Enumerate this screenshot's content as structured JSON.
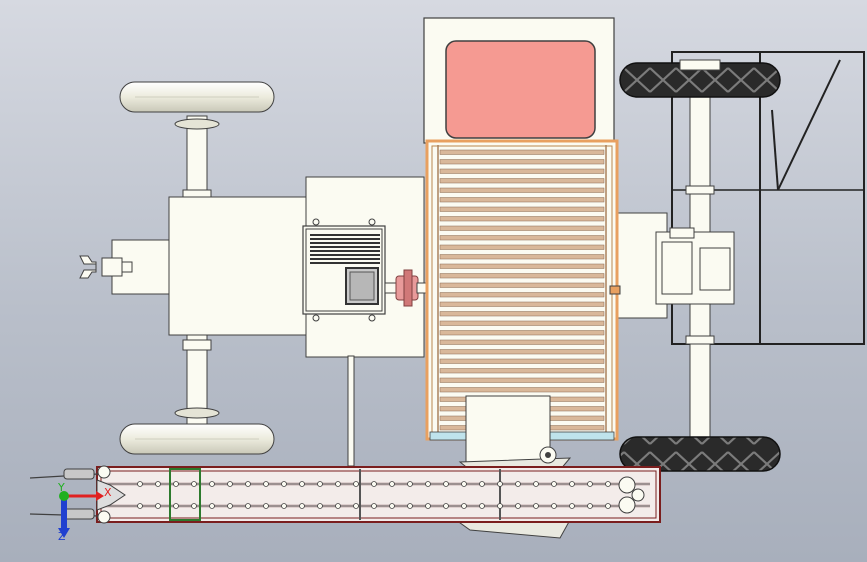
{
  "viewport": {
    "background_top": "#d6d9e1",
    "background_bottom": "#a8afbc"
  },
  "triad": {
    "x_label": "X",
    "y_label": "Y",
    "z_label": "Z",
    "x_color": "#e02020",
    "y_color": "#20b020",
    "z_color": "#2040d0"
  },
  "colors": {
    "body": "#fbfbf2",
    "outline": "#404040",
    "seat_pad": "#f59a92",
    "frame_orange": "#e8a060",
    "slat": "#d9b89a",
    "tire": "#2b2b2b",
    "boom": "#7a1e1e",
    "boom_rail": "#c8b4b4",
    "motor_vent": "#333333"
  },
  "model": {
    "parts": [
      "front-wheels",
      "chassis",
      "hitch",
      "motor-box",
      "coupling",
      "sorting-bed",
      "hopper",
      "rear-drive-wheels",
      "rear-frame",
      "conveyor-boom",
      "discharge-chute"
    ]
  }
}
